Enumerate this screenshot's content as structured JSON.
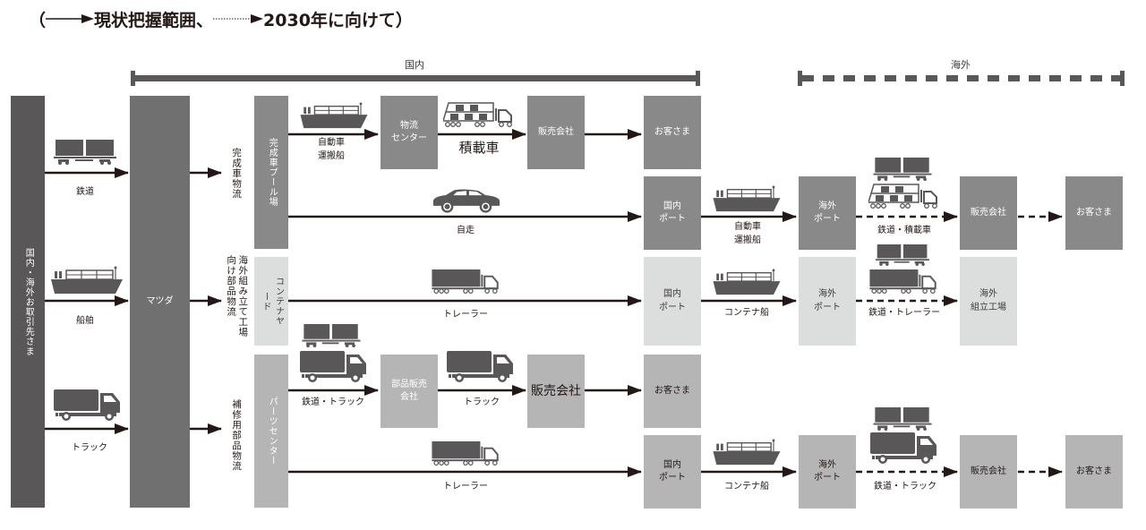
{
  "legend": {
    "open_paren": "（",
    "current_label": "現状把握範囲、",
    "future_label": "2030年に向けて",
    "close_paren": "）"
  },
  "scopes": {
    "domestic": "国内",
    "overseas": "海外"
  },
  "colors": {
    "arrow": "#231815",
    "dark_box": "#595757",
    "mazda_box": "#717071",
    "mid_box": "#898989",
    "light_box": "#b5b5b6",
    "lightest_box": "#dcdddd",
    "icon": "#595757"
  },
  "suppliers": {
    "label": "国内・海外お取引先さま",
    "modes": [
      {
        "label": "鉄道",
        "icon": "freight-train-icon"
      },
      {
        "label": "船舶",
        "icon": "cargo-ship-icon"
      },
      {
        "label": "トラック",
        "icon": "truck-icon"
      }
    ]
  },
  "mazda": {
    "label": "マツダ"
  },
  "flows": {
    "vehicle": "完成車物流",
    "overseas_parts": "海外組み立て工場向け部品物流",
    "service_parts": "補修用部品物流"
  },
  "hubs": {
    "vehicle_pool": "完成車プール場",
    "container_yard": "コンテナヤード",
    "parts_center": "パーツセンター"
  },
  "row1": {
    "ship_label_1": "自動車",
    "ship_label_2": "運搬船",
    "logistics_center_1": "物流",
    "logistics_center_2": "センター",
    "carrier_label": "積載車",
    "dealer": "販売会社",
    "customer": "お客さま"
  },
  "row2": {
    "drive_label": "自走",
    "domestic_port_1": "国内",
    "domestic_port_2": "ポート",
    "ship_label_1": "自動車",
    "ship_label_2": "運搬船",
    "overseas_port_1": "海外",
    "overseas_port_2": "ポート",
    "rail_label": "鉄道・積載車",
    "dealer": "販売会社",
    "customer": "お客さま"
  },
  "row3": {
    "trailer_label": "トレーラー",
    "domestic_port_1": "国内",
    "domestic_port_2": "ポート",
    "ship_label": "コンテナ船",
    "overseas_port_1": "海外",
    "overseas_port_2": "ポート",
    "rail_label": "鉄道・トレーラー",
    "plant_1": "海外",
    "plant_2": "組立工場"
  },
  "row4": {
    "rail_truck_label": "鉄道・トラック",
    "parts_dealer_1": "部品販売",
    "parts_dealer_2": "会社",
    "truck_label": "トラック",
    "dealer": "販売会社",
    "customer": "お客さま"
  },
  "row5": {
    "trailer_label": "トレーラー",
    "domestic_port_1": "国内",
    "domestic_port_2": "ポート",
    "ship_label": "コンテナ船",
    "overseas_port_1": "海外",
    "overseas_port_2": "ポート",
    "rail_label": "鉄道・トラック",
    "dealer": "販売会社",
    "customer": "お客さま"
  }
}
